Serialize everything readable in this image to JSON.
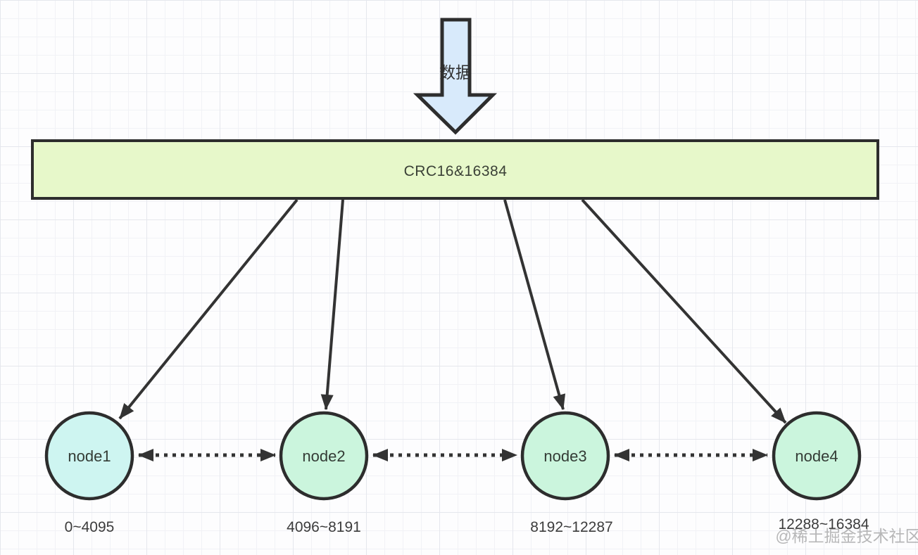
{
  "diagram": {
    "flow_label": "数据",
    "hash_box_label": "CRC16&16384",
    "nodes": [
      {
        "label": "node1",
        "range": "0~4095"
      },
      {
        "label": "node2",
        "range": "4096~8191"
      },
      {
        "label": "node3",
        "range": "8192~12287"
      },
      {
        "label": "node4",
        "range": "12288~16384"
      }
    ],
    "watermark": "@稀土掘金技术社区",
    "colors": {
      "flow_arrow_fill": "#d8eafb",
      "hash_box_fill": "#e7f8ca",
      "node1_fill": "#cef5f1",
      "node_fill": "#cbf5dd",
      "outline": "#2d2d2d"
    }
  }
}
